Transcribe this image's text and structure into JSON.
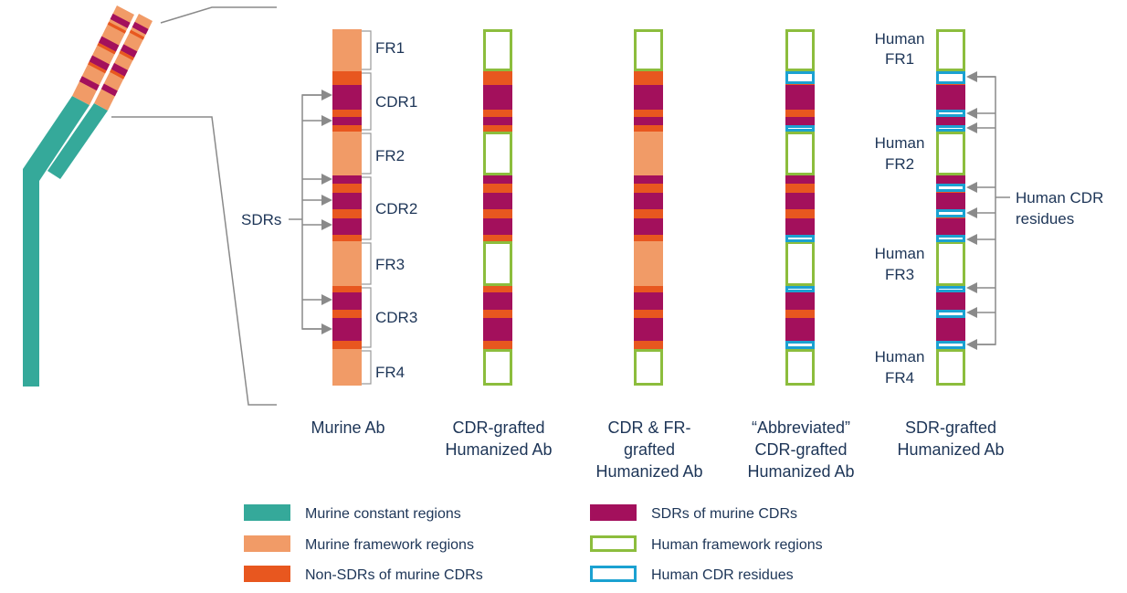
{
  "colors": {
    "murine_constant": "#35a99a",
    "murine_framework": "#f19b67",
    "non_sdr": "#e8571f",
    "sdr": "#a3105c",
    "human_framework": "#8cbd3d",
    "human_cdr": "#1ba1d1",
    "text": "#1d3557",
    "guide": "#8a8a8a"
  },
  "murine_segments": {
    "fr1": "FR1",
    "cdr1": "CDR1",
    "fr2": "FR2",
    "cdr2": "CDR2",
    "fr3": "FR3",
    "cdr3": "CDR3",
    "fr4": "FR4"
  },
  "sdr_label": "SDRs",
  "human_fr_labels": [
    [
      "Human",
      "FR1"
    ],
    [
      "Human",
      "FR2"
    ],
    [
      "Human",
      "FR3"
    ],
    [
      "Human",
      "FR4"
    ]
  ],
  "human_cdr_residues_label": [
    "Human CDR",
    "residues"
  ],
  "columns": [
    {
      "label": [
        "Murine Ab"
      ]
    },
    {
      "label": [
        "CDR-grafted",
        "Humanized Ab"
      ]
    },
    {
      "label": [
        "CDR & FR-",
        "grafted",
        "Humanized Ab"
      ]
    },
    {
      "label": [
        "“Abbreviated”",
        "CDR-grafted",
        "Humanized Ab"
      ]
    },
    {
      "label": [
        "SDR-grafted",
        "Humanized Ab"
      ]
    }
  ],
  "legend": [
    {
      "label": "Murine constant regions",
      "swatch": "murine_constant"
    },
    {
      "label": "Murine framework regions",
      "swatch": "murine_framework"
    },
    {
      "label": "Non-SDRs of murine CDRs",
      "swatch": "non_sdr"
    },
    {
      "label": "SDRs of murine CDRs",
      "swatch": "sdr"
    },
    {
      "label": "Human framework regions",
      "swatch": "human_framework"
    },
    {
      "label": "Human CDR residues",
      "swatch": "human_cdr"
    }
  ]
}
